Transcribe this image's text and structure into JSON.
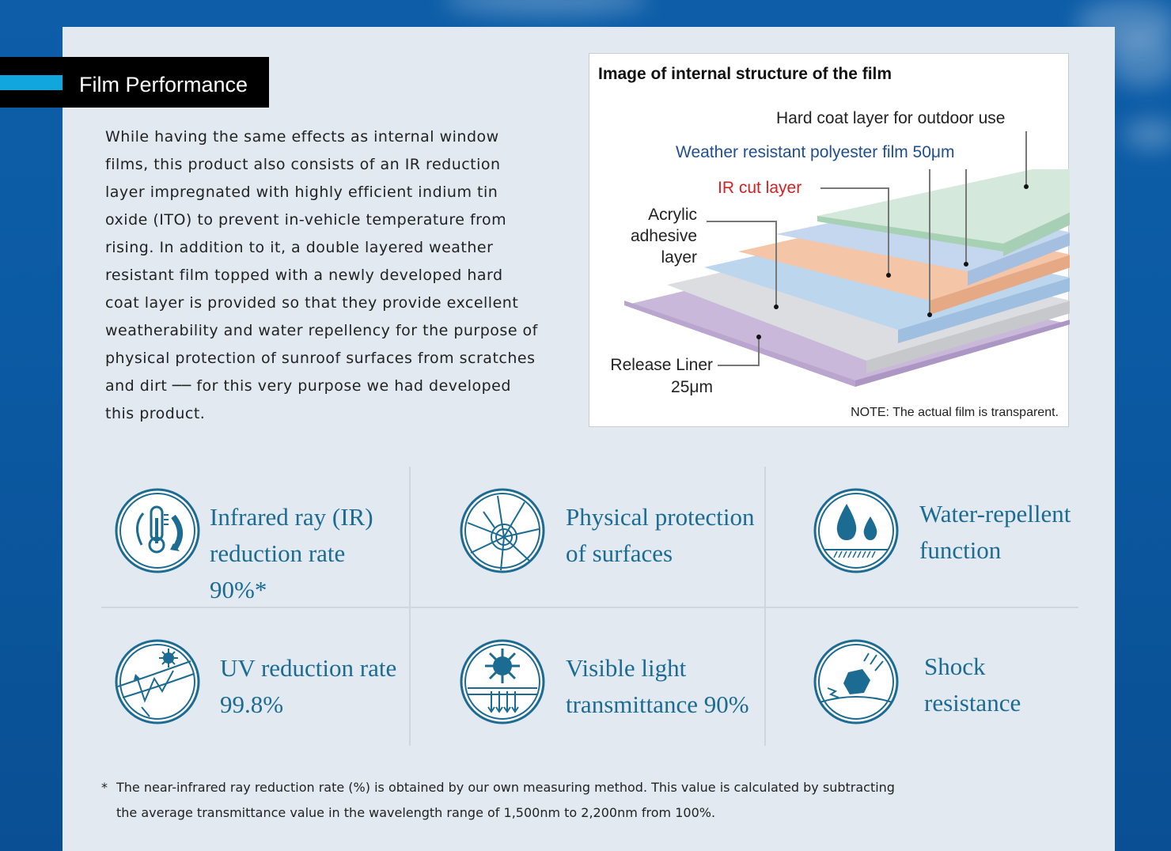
{
  "section": {
    "title": "Film Performance"
  },
  "intro": {
    "lines": [
      "While having the same effects as internal window",
      "films, this product also consists of an IR reduction",
      "layer impregnated with highly efficient indium tin",
      "oxide (ITO) to prevent in-vehicle temperature from",
      "rising. In addition to it, a double layered weather",
      "resistant film topped with a newly developed hard",
      "coat layer is provided so that they provide excellent",
      "weatherability and water repellency for the purpose of",
      "physical protection of sunroof surfaces from scratches",
      "and dirt ── for this very purpose we had developed",
      "this product."
    ]
  },
  "figure": {
    "title": "Image of internal structure of the film",
    "labels": {
      "hard_coat": "Hard coat layer for outdoor use",
      "weather_film": "Weather resistant polyester film 50μm",
      "ir_cut": "IR cut layer",
      "acrylic_1": "Acrylic",
      "acrylic_2": "adhesive",
      "acrylic_3": "layer",
      "liner_1": "Release Liner",
      "liner_2": "25μm"
    },
    "note": "NOTE: The actual film is transparent.",
    "colors": {
      "hard_coat": "#a9d2b5",
      "weather_top": "#bcd3ec",
      "ir_cut": "#f3c0a1",
      "weather_bottom": "#b8d4ee",
      "acrylic": "#d9dadc",
      "liner": "#c8b6d8",
      "label_blue": "#1f4f91",
      "label_red": "#d42121"
    }
  },
  "features": [
    {
      "icon": "thermometer-icon",
      "line1": "Infrared ray (IR)",
      "line2": "reduction rate 90%*"
    },
    {
      "icon": "cracked-glass-icon",
      "line1": "Physical protection",
      "line2": "of surfaces"
    },
    {
      "icon": "water-drops-icon",
      "line1": "Water-repellent",
      "line2": "function"
    },
    {
      "icon": "uv-sun-icon",
      "line1": "UV reduction rate",
      "line2": "99.8%"
    },
    {
      "icon": "visible-light-icon",
      "line1": "Visible light",
      "line2": "transmittance 90%"
    },
    {
      "icon": "shock-icon",
      "line1": "Shock",
      "line2": "resistance"
    }
  ],
  "footnote": {
    "star": "*",
    "line1": "The near-infrared ray reduction rate (%) is obtained by our own measuring method. This value is calculated by subtracting",
    "line2": "the average transmittance value in the wavelength range of 1,500nm to 2,200nm from 100%."
  },
  "accent_color": "#1b6b92"
}
